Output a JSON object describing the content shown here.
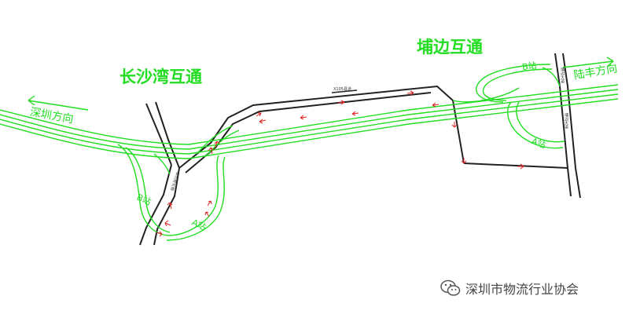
{
  "labels": {
    "interchange_left": "长沙湾互通",
    "interchange_right": "埔边互通",
    "direction_left": "深圳方向",
    "direction_right": "陆丰方向",
    "station_b_right": "B站",
    "station_a_right": "A站",
    "station_b_left": "B站",
    "station_a_left": "A站"
  },
  "roads": {
    "top_road": "X105县道",
    "left_road": "长沙湾大道",
    "right_road_upper": "埔边大道",
    "right_road_lower": "埔边大道"
  },
  "watermark": {
    "text": "深圳市物流行业协会",
    "icon": "wechat-icon"
  },
  "colors": {
    "ramp": "#22dd22",
    "road": "#222222",
    "arrow": "#e02020"
  }
}
